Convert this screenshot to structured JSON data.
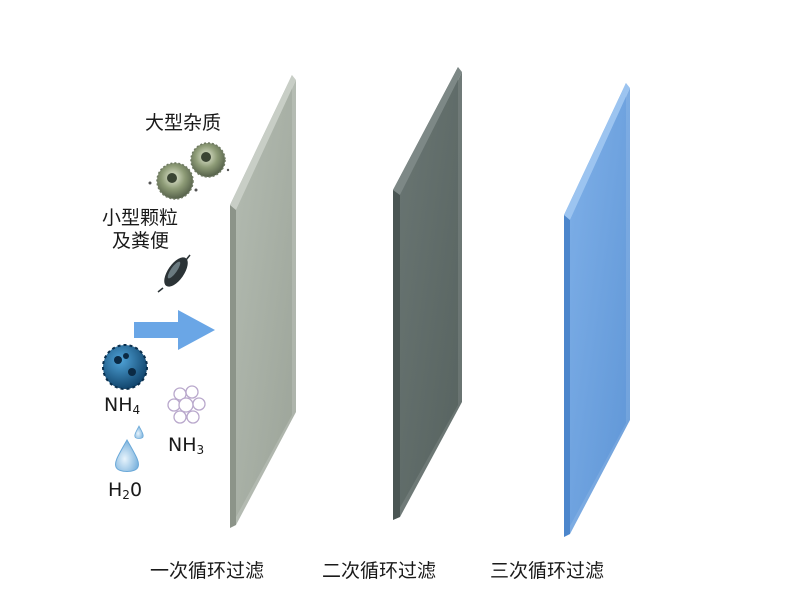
{
  "labels": {
    "large_impurities": "大型杂质",
    "small_particles_line1": "小型颗粒",
    "small_particles_line2": "及粪便",
    "nh4": {
      "base": "NH",
      "sub": "4"
    },
    "nh3": {
      "base": "NH",
      "sub": "3"
    },
    "h2o": {
      "base": "H",
      "sub": "2",
      "tail": "0"
    }
  },
  "stages": [
    {
      "label": "一次循环过滤",
      "color": "#a5ada3"
    },
    {
      "label": "二次循环过滤",
      "color": "#5f6b68"
    },
    {
      "label": "三次循环过滤",
      "color": "#6fa3e0"
    }
  ],
  "colors": {
    "arrow": "#6aa6e6",
    "nh4_ball": "#1e6fa8",
    "nh3_bubbles": "#b9a8cc",
    "droplet": "#7ab2dd",
    "particle": "#8e9a7c"
  }
}
